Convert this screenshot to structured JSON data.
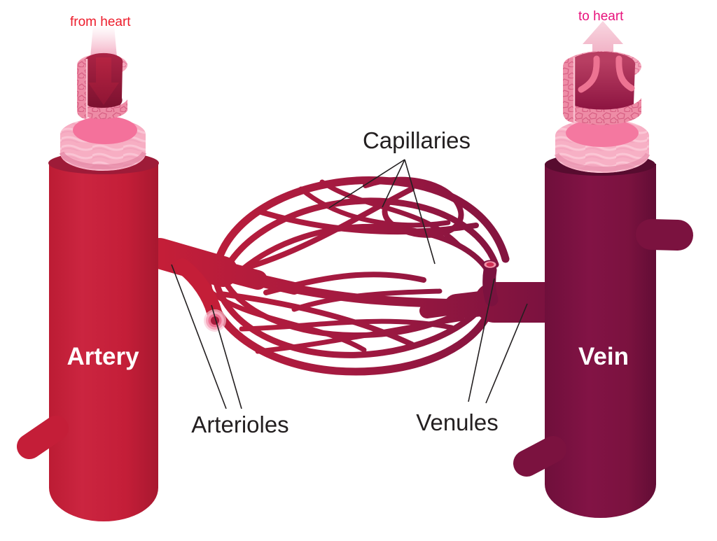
{
  "diagram": {
    "type": "blood-vessel-anatomy",
    "labels": {
      "from_heart": "from heart",
      "to_heart": "to heart",
      "capillaries": "Capillaries",
      "arterioles": "Arterioles",
      "venules": "Venules",
      "artery": "Artery",
      "vein": "Vein"
    },
    "colors": {
      "artery_red": "#C41E38",
      "vein_maroon": "#7B123F",
      "capillary_gradient_start": "#C41E38",
      "capillary_gradient_mid": "#A51A40",
      "capillary_gradient_end": "#7B123F",
      "lining_pink": "#F291AB",
      "muscle_pink": "#F6A9C0",
      "inner_ring_pink": "#F4719B",
      "label_black": "#231F20",
      "from_heart_red": "#ED1C2B",
      "to_heart_pink": "#E8127C",
      "vessel_label_white": "#FFFFFF"
    },
    "icons": {
      "down_arrow": "blood-flow-down-arrow",
      "up_arrow": "blood-flow-up-arrow"
    }
  }
}
